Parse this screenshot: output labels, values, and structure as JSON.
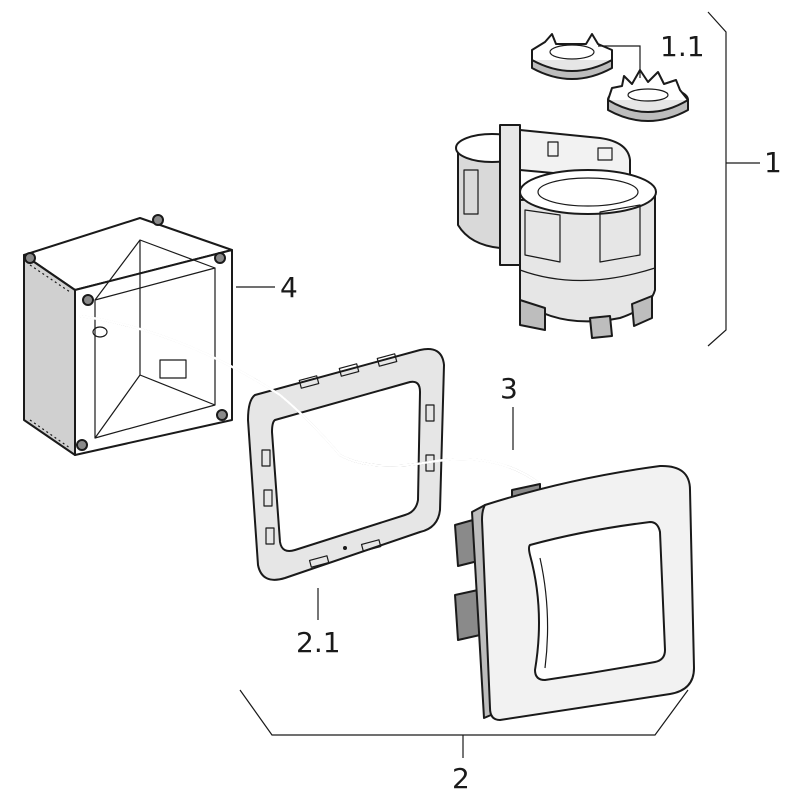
{
  "labels": {
    "part_1": "1",
    "part_1_1": "1.1",
    "part_2": "2",
    "part_2_1": "2.1",
    "part_3": "3",
    "part_4": "4"
  },
  "colors": {
    "stroke": "#1a1a1a",
    "shade_light": "#e6e6e6",
    "shade_mid": "#bdbdbd",
    "shade_dark": "#8a8a8a",
    "background": "#ffffff"
  }
}
